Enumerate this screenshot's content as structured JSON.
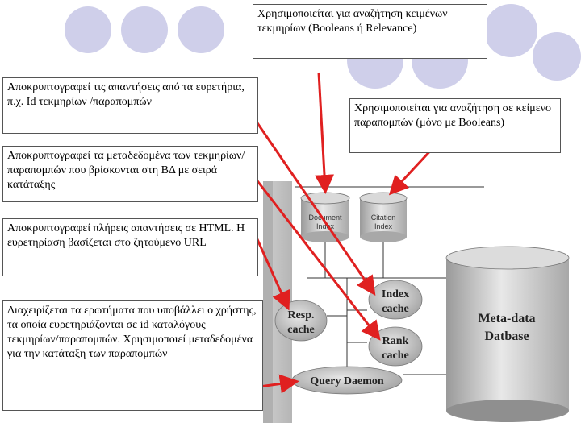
{
  "callouts": {
    "top": "Χρησιμοποιείται για αναζήτηση κειμένων τεκμηρίων (Booleans ή Relevance)",
    "right": "Χρησιμοποιείται για αναζήτηση σε κείμενο παραπομπών (μόνο με Booleans)",
    "left1": "Αποκρυπτογραφεί τις απαντήσεις από τα ευρετήρια, π.χ. Id τεκμηρίων /παραπομπών",
    "left2": "Αποκρυπτογραφεί τα μεταδεδομένα των τεκμηρίων/παραπομπών που βρίσκονται στη ΒΔ με σειρά κατάταξης",
    "left3": "Αποκρυπτογραφεί πλήρεις απαντήσεις σε HTML. Η ευρετηρίαση βασίζεται στο ζητούμενο URL",
    "left4": "Διαχειρίζεται τα ερωτήματα που υποβάλλει ο χρήστης, τα οποία ευρετηριάζονται σε id καταλόγους τεκμηρίων/παραπομπών. Χρησιμοποιεί μεταδεδομένα για την κατάταξη των παραπομπών"
  },
  "nodes": {
    "document_index": [
      "Document",
      "Index"
    ],
    "citation_index": [
      "Citation",
      "Index"
    ],
    "index_cache": [
      "Index",
      "cache"
    ],
    "rank_cache": [
      "Rank",
      "cache"
    ],
    "resp_cache": [
      "Resp.",
      "cache"
    ],
    "query_daemon": "Query Daemon",
    "metadata_db": [
      "Meta-data",
      "Datbase"
    ]
  },
  "colors": {
    "arrow": "#e02020",
    "deco": "#cfcfea",
    "cyl_light": "#e6e6e6",
    "cyl_mid": "#c9c9c9",
    "cyl_dark": "#8a8a8a"
  }
}
